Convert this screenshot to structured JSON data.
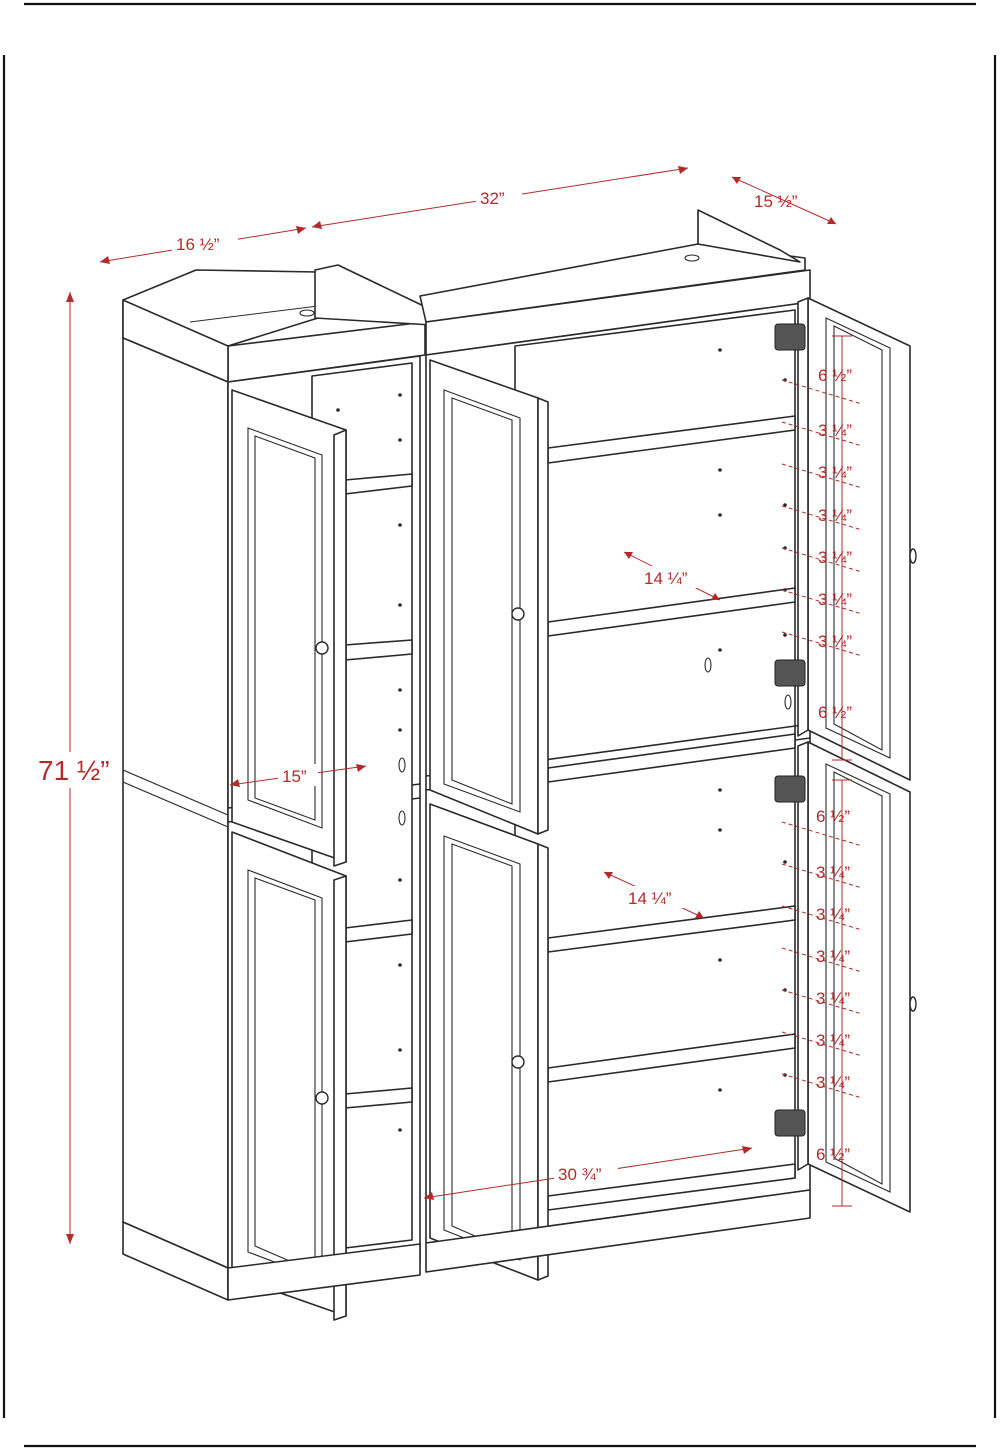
{
  "colors": {
    "dimension": "#b22b2b",
    "line": "#2a2a2a",
    "background": "#ffffff"
  },
  "dimensions": {
    "total_width": "32”",
    "side_depth": "15 ½”",
    "left_width": "16 ½”",
    "total_height": "71 ½”",
    "left_inner_width": "15”",
    "shelf_depth_upper": "14 ¼”",
    "shelf_depth_lower": "14 ¼”",
    "right_inner_width": "30 ¾”"
  },
  "upper_spacing": [
    "6 ½”",
    "3 ¼”",
    "3 ¼”",
    "3 ¼”",
    "3 ¼”",
    "3 ¼”",
    "3 ¼”",
    "6 ½”"
  ],
  "lower_spacing": [
    "6 ½”",
    "3 ¼”",
    "3 ¼”",
    "3 ¼”",
    "3 ¼”",
    "3 ¼”",
    "3 ¼”",
    "6 ½”"
  ]
}
